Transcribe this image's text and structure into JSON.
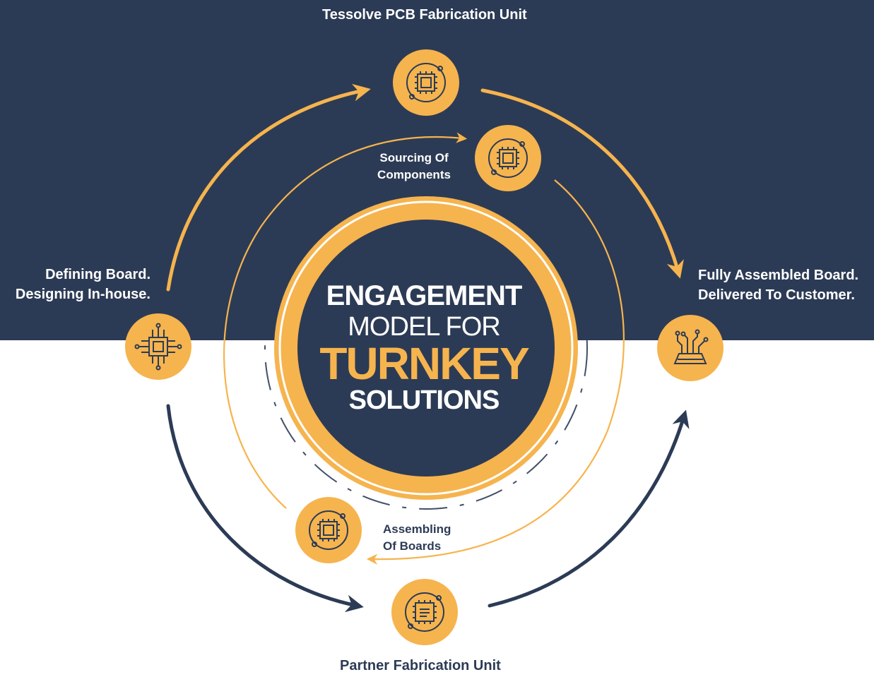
{
  "center": {
    "line1": "ENGAGEMENT",
    "line2": "MODEL FOR",
    "line3": "TURNKEY",
    "line4": "SOLUTIONS"
  },
  "nodes": {
    "tessolve_fab": {
      "label": "Tessolve PCB Fabrication Unit"
    },
    "sourcing": {
      "label_line1": "Sourcing Of",
      "label_line2": "Components"
    },
    "defining": {
      "label_line1": "Defining Board.",
      "label_line2": "Designing In-house."
    },
    "delivered": {
      "label_line1": "Fully Assembled Board.",
      "label_line2": "Delivered To Customer."
    },
    "assembling": {
      "label_line1": "Assembling",
      "label_line2": "Of Boards"
    },
    "partner_fab": {
      "label": "Partner Fabrication Unit"
    }
  },
  "colors": {
    "navy": "#2c3b55",
    "orange": "#f6b44e",
    "white": "#ffffff"
  },
  "icons": {
    "tessolve_fab": "chip-icon",
    "sourcing": "chip-icon",
    "defining": "processor-icon",
    "delivered": "circuit-board-icon",
    "assembling": "chip-icon",
    "partner_fab": "chip-lines-icon"
  }
}
